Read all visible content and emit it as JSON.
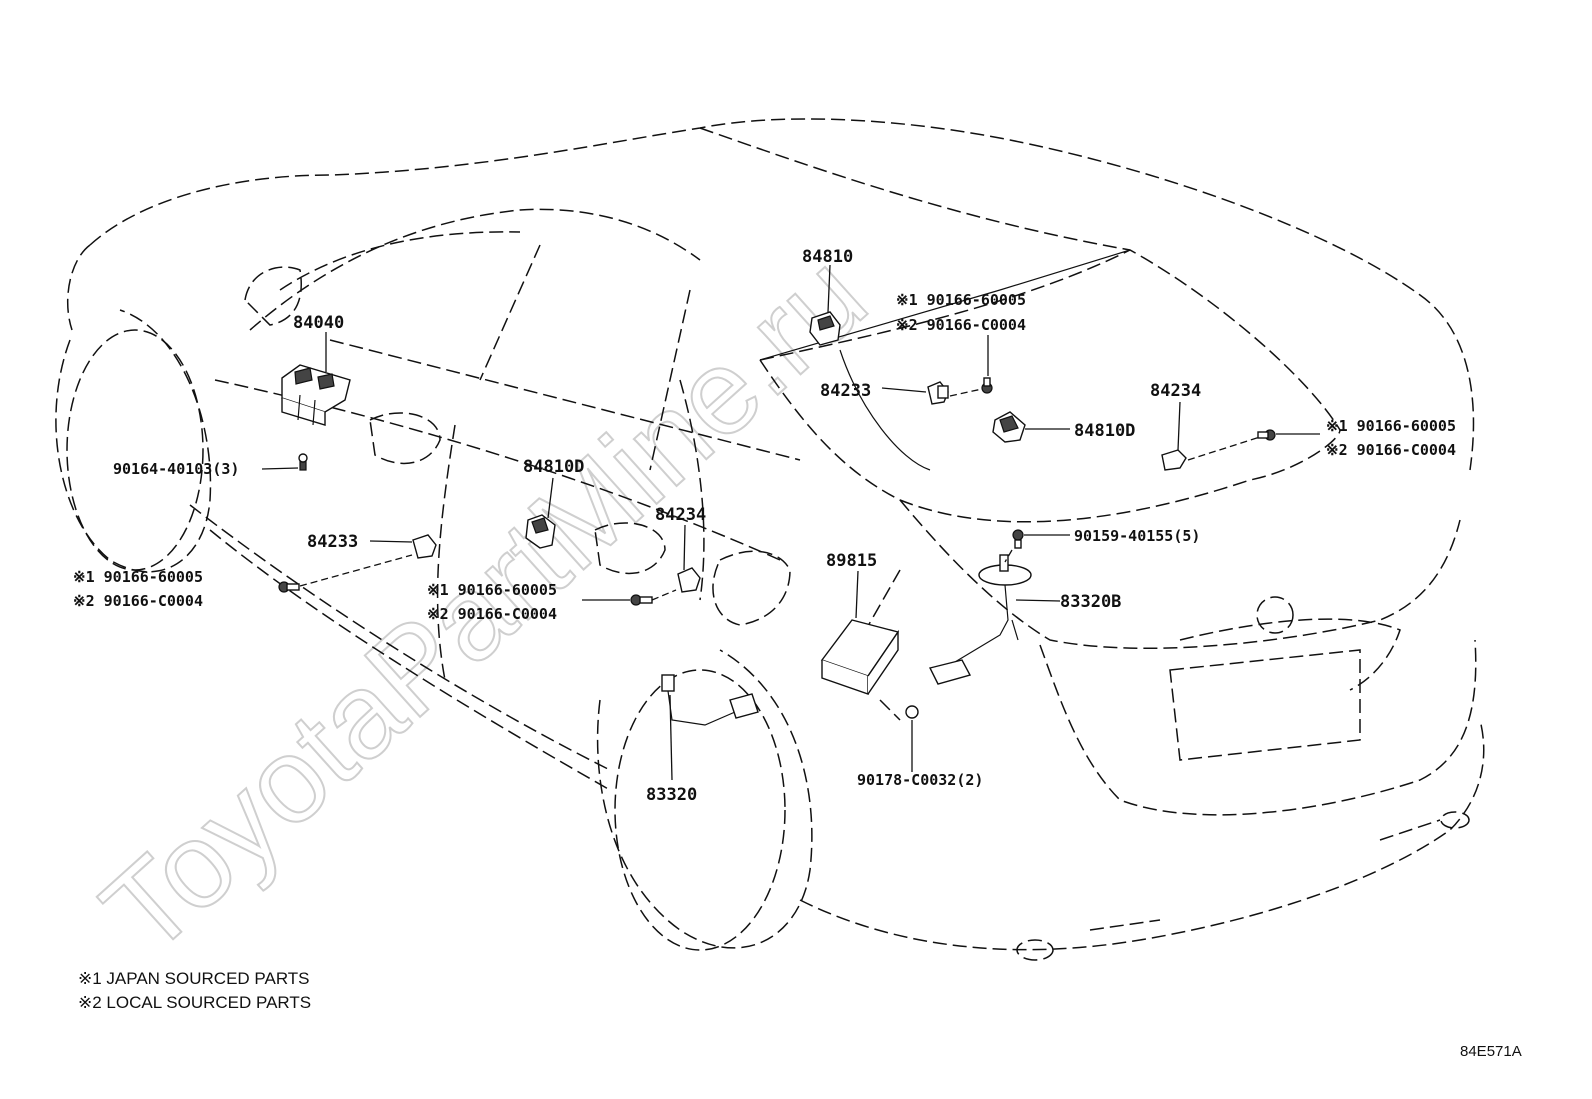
{
  "watermark": "ToyotaPartMine.ru",
  "diagram_code": "84E571A",
  "legend": {
    "line1": "※1 JAPAN SOURCED PARTS",
    "line2": "※2 LOCAL SOURCED PARTS"
  },
  "labels": {
    "p84810_top": "84810",
    "p84040": "84040",
    "p90164": "90164-40103(3)",
    "p84233_left": "84233",
    "p90166_left_1": "※1 90166-60005",
    "p90166_left_2": "※2 90166-C0004",
    "p84810D_mid": "84810D",
    "p84234_mid": "84234",
    "p90166_mid_1": "※1 90166-60005",
    "p90166_mid_2": "※2 90166-C0004",
    "p90166_top_1": "※1 90166-60005",
    "p90166_top_2": "※2 90166-C0004",
    "p84233_top": "84233",
    "p84810D_right": "84810D",
    "p84234_right": "84234",
    "p90166_right_1": "※1 90166-60005",
    "p90166_right_2": "※2 90166-C0004",
    "p90159": "90159-40155(5)",
    "p89815": "89815",
    "p83320B": "83320B",
    "p90178": "90178-C0032(2)",
    "p83320": "83320"
  }
}
